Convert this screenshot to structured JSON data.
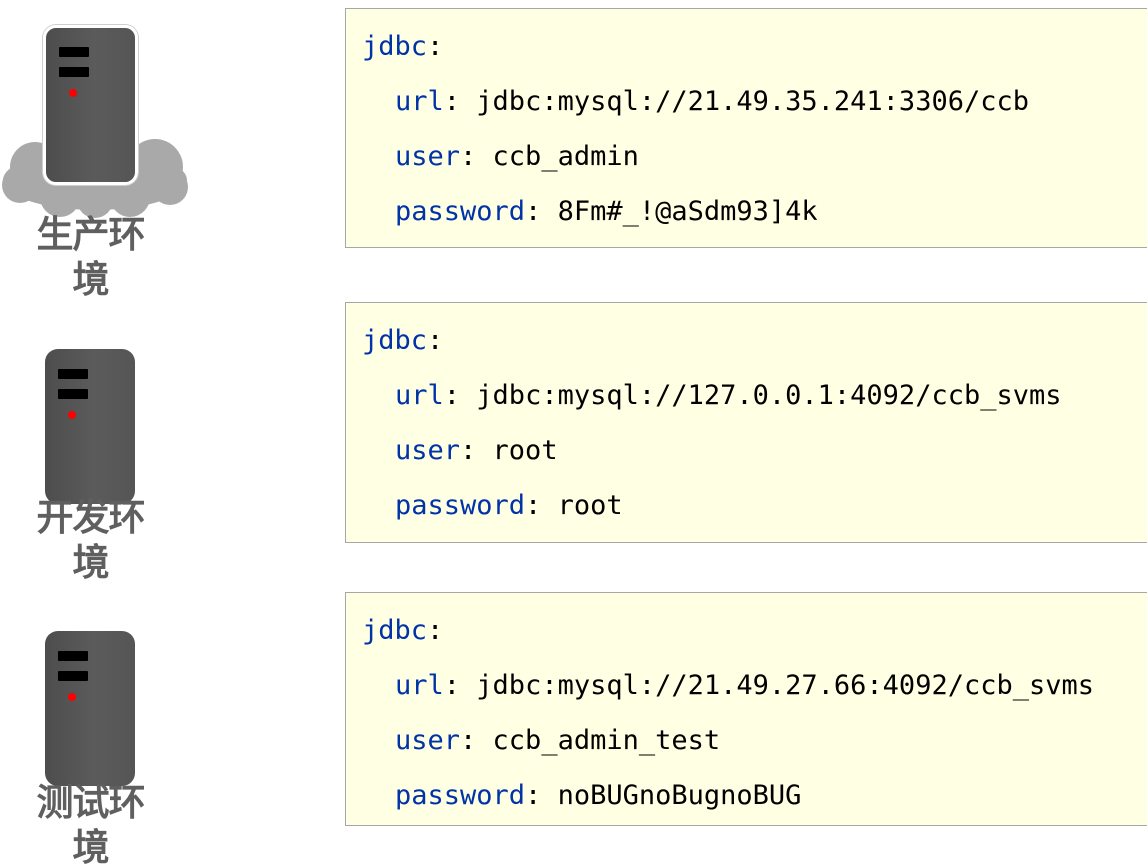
{
  "environments": [
    {
      "label": "生产环境",
      "config": {
        "root_key": "jdbc",
        "url_key": "url",
        "url_value": "jdbc:mysql://21.49.35.241:3306/ccb",
        "user_key": "user",
        "user_value": "ccb_admin",
        "password_key": "password",
        "password_value": "8Fm#_!@aSdm93]4k"
      }
    },
    {
      "label": "开发环境",
      "config": {
        "root_key": "jdbc",
        "url_key": "url",
        "url_value": "jdbc:mysql://127.0.0.1:4092/ccb_svms",
        "user_key": "user",
        "user_value": "root",
        "password_key": "password",
        "password_value": "root"
      }
    },
    {
      "label": "测试环境",
      "config": {
        "root_key": "jdbc",
        "url_key": "url",
        "url_value": "jdbc:mysql://21.49.27.66:4092/ccb_svms",
        "user_key": "user",
        "user_value": "ccb_admin_test",
        "password_key": "password",
        "password_value": "noBUGnoBugnoBUG"
      }
    }
  ],
  "colors": {
    "key": "#0032a8",
    "value": "#000000",
    "box_background": "#ffffe3",
    "label": "#5f5f5f",
    "server_body": "#555555",
    "led": "#ff0000",
    "cloud": "#a9a9a9"
  },
  "icons": [
    "cloud-icon",
    "server-icon"
  ]
}
